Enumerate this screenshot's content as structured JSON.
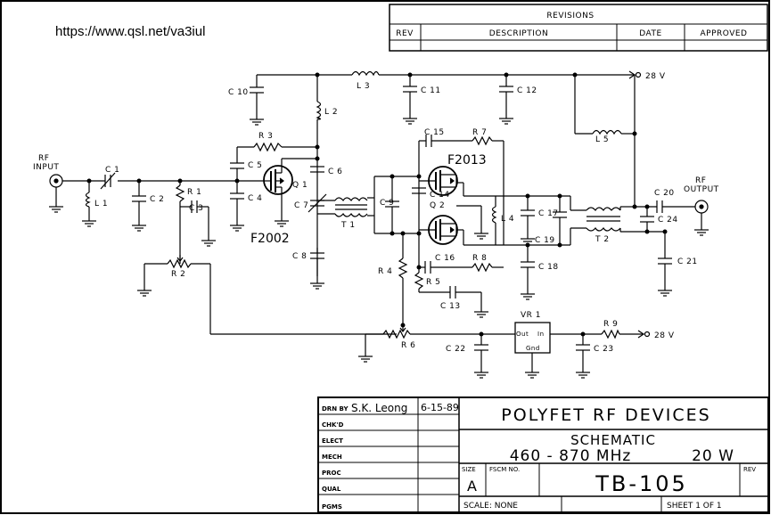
{
  "url": "https://www.qsl.net/va3iul",
  "revisions": {
    "title": "REVISIONS",
    "columns": [
      "REV",
      "DESCRIPTION",
      "DATE",
      "APPROVED"
    ]
  },
  "ports": {
    "rf_input": [
      "RF",
      "INPUT"
    ],
    "rf_output": [
      "RF",
      "OUTPUT"
    ],
    "supply_top": "28 V",
    "supply_bottom": "28 V"
  },
  "components": {
    "c1": "C 1",
    "c2": "C 2",
    "c3": "C 3",
    "c4": "C 4",
    "c5": "C 5",
    "c6": "C 6",
    "c7": "C 7",
    "c8": "C 8",
    "c9": "C 9",
    "c10": "C 10",
    "c11": "C 11",
    "c12": "C 12",
    "c13": "C 13",
    "c14": "C 14",
    "c15": "C 15",
    "c16": "C 16",
    "c17": "C 17",
    "c18": "C 18",
    "c19": "C 19",
    "c20": "C 20",
    "c21": "C 21",
    "c22": "C 22",
    "c23": "C 23",
    "c24": "C 24",
    "r1": "R 1",
    "r2": "R 2",
    "r3": "R 3",
    "r4": "R 4",
    "r5": "R 5",
    "r6": "R 6",
    "r7": "R 7",
    "r8": "R 8",
    "r9": "R 9",
    "l1": "L 1",
    "l2": "L 2",
    "l3": "L 3",
    "l4": "L 4",
    "l5": "L 5",
    "t1": "T 1",
    "t2": "T 2",
    "q1": "Q 1",
    "q2": "Q 2",
    "vr1": "VR 1",
    "vr_out": "Out",
    "vr_in": "In",
    "vr_gnd": "Gnd",
    "f2002": "F2002",
    "f2013": "F2013"
  },
  "title_block": {
    "drn_by_label": "DRN BY",
    "drn_by": "S.K. Leong",
    "date": "6-15-89",
    "rows": [
      "CHK'D",
      "ELECT",
      "MECH",
      "PROC",
      "QUAL",
      "PGMS"
    ],
    "company": "POLYFET RF DEVICES",
    "doc_type": "SCHEMATIC",
    "freq": "460 - 870 MHz",
    "power": "20 W",
    "size_label": "SIZE",
    "size": "A",
    "fscm_label": "FSCM NO.",
    "drawing_no": "TB-105",
    "rev_label": "REV",
    "scale": "SCALE: NONE",
    "sheet": "SHEET 1 OF 1"
  }
}
